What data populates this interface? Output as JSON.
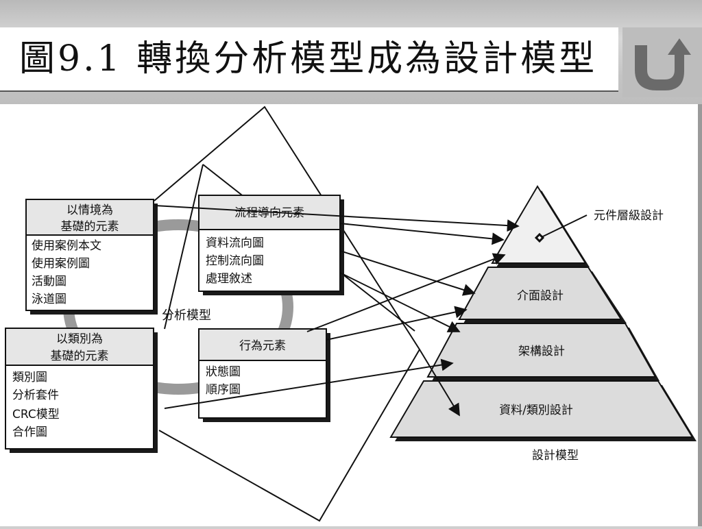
{
  "title": "圖9.1 轉換分析模型成為設計模型",
  "nav": {
    "back_icon": "return-arrow-icon"
  },
  "analysis_model": {
    "label": "分析模型",
    "boxes": [
      {
        "header_lines": [
          "以情境為",
          "基礎的元素"
        ],
        "items": [
          "使用案例本文",
          "使用案例圖",
          "活動圖",
          "泳道圖"
        ]
      },
      {
        "header_lines": [
          "流程導向元素"
        ],
        "items": [
          "資料流向圖",
          "控制流向圖",
          "處理敘述"
        ]
      },
      {
        "header_lines": [
          "以類別為",
          "基礎的元素"
        ],
        "items": [
          "類別圖",
          "分析套件",
          "CRC模型",
          "合作圖"
        ]
      },
      {
        "header_lines": [
          "行為元素"
        ],
        "items": [
          "狀態圖",
          "順序圖"
        ]
      }
    ]
  },
  "design_model": {
    "label": "設計模型",
    "levels": [
      "元件層級設計",
      "介面設計",
      "架構設計",
      "資料/類別設計"
    ]
  },
  "colors": {
    "box_header": "#e6e6e6",
    "ring": "#9a9a9a",
    "shadow": "#1a1a1a",
    "pyramid_fill": "#dcdcdc"
  }
}
